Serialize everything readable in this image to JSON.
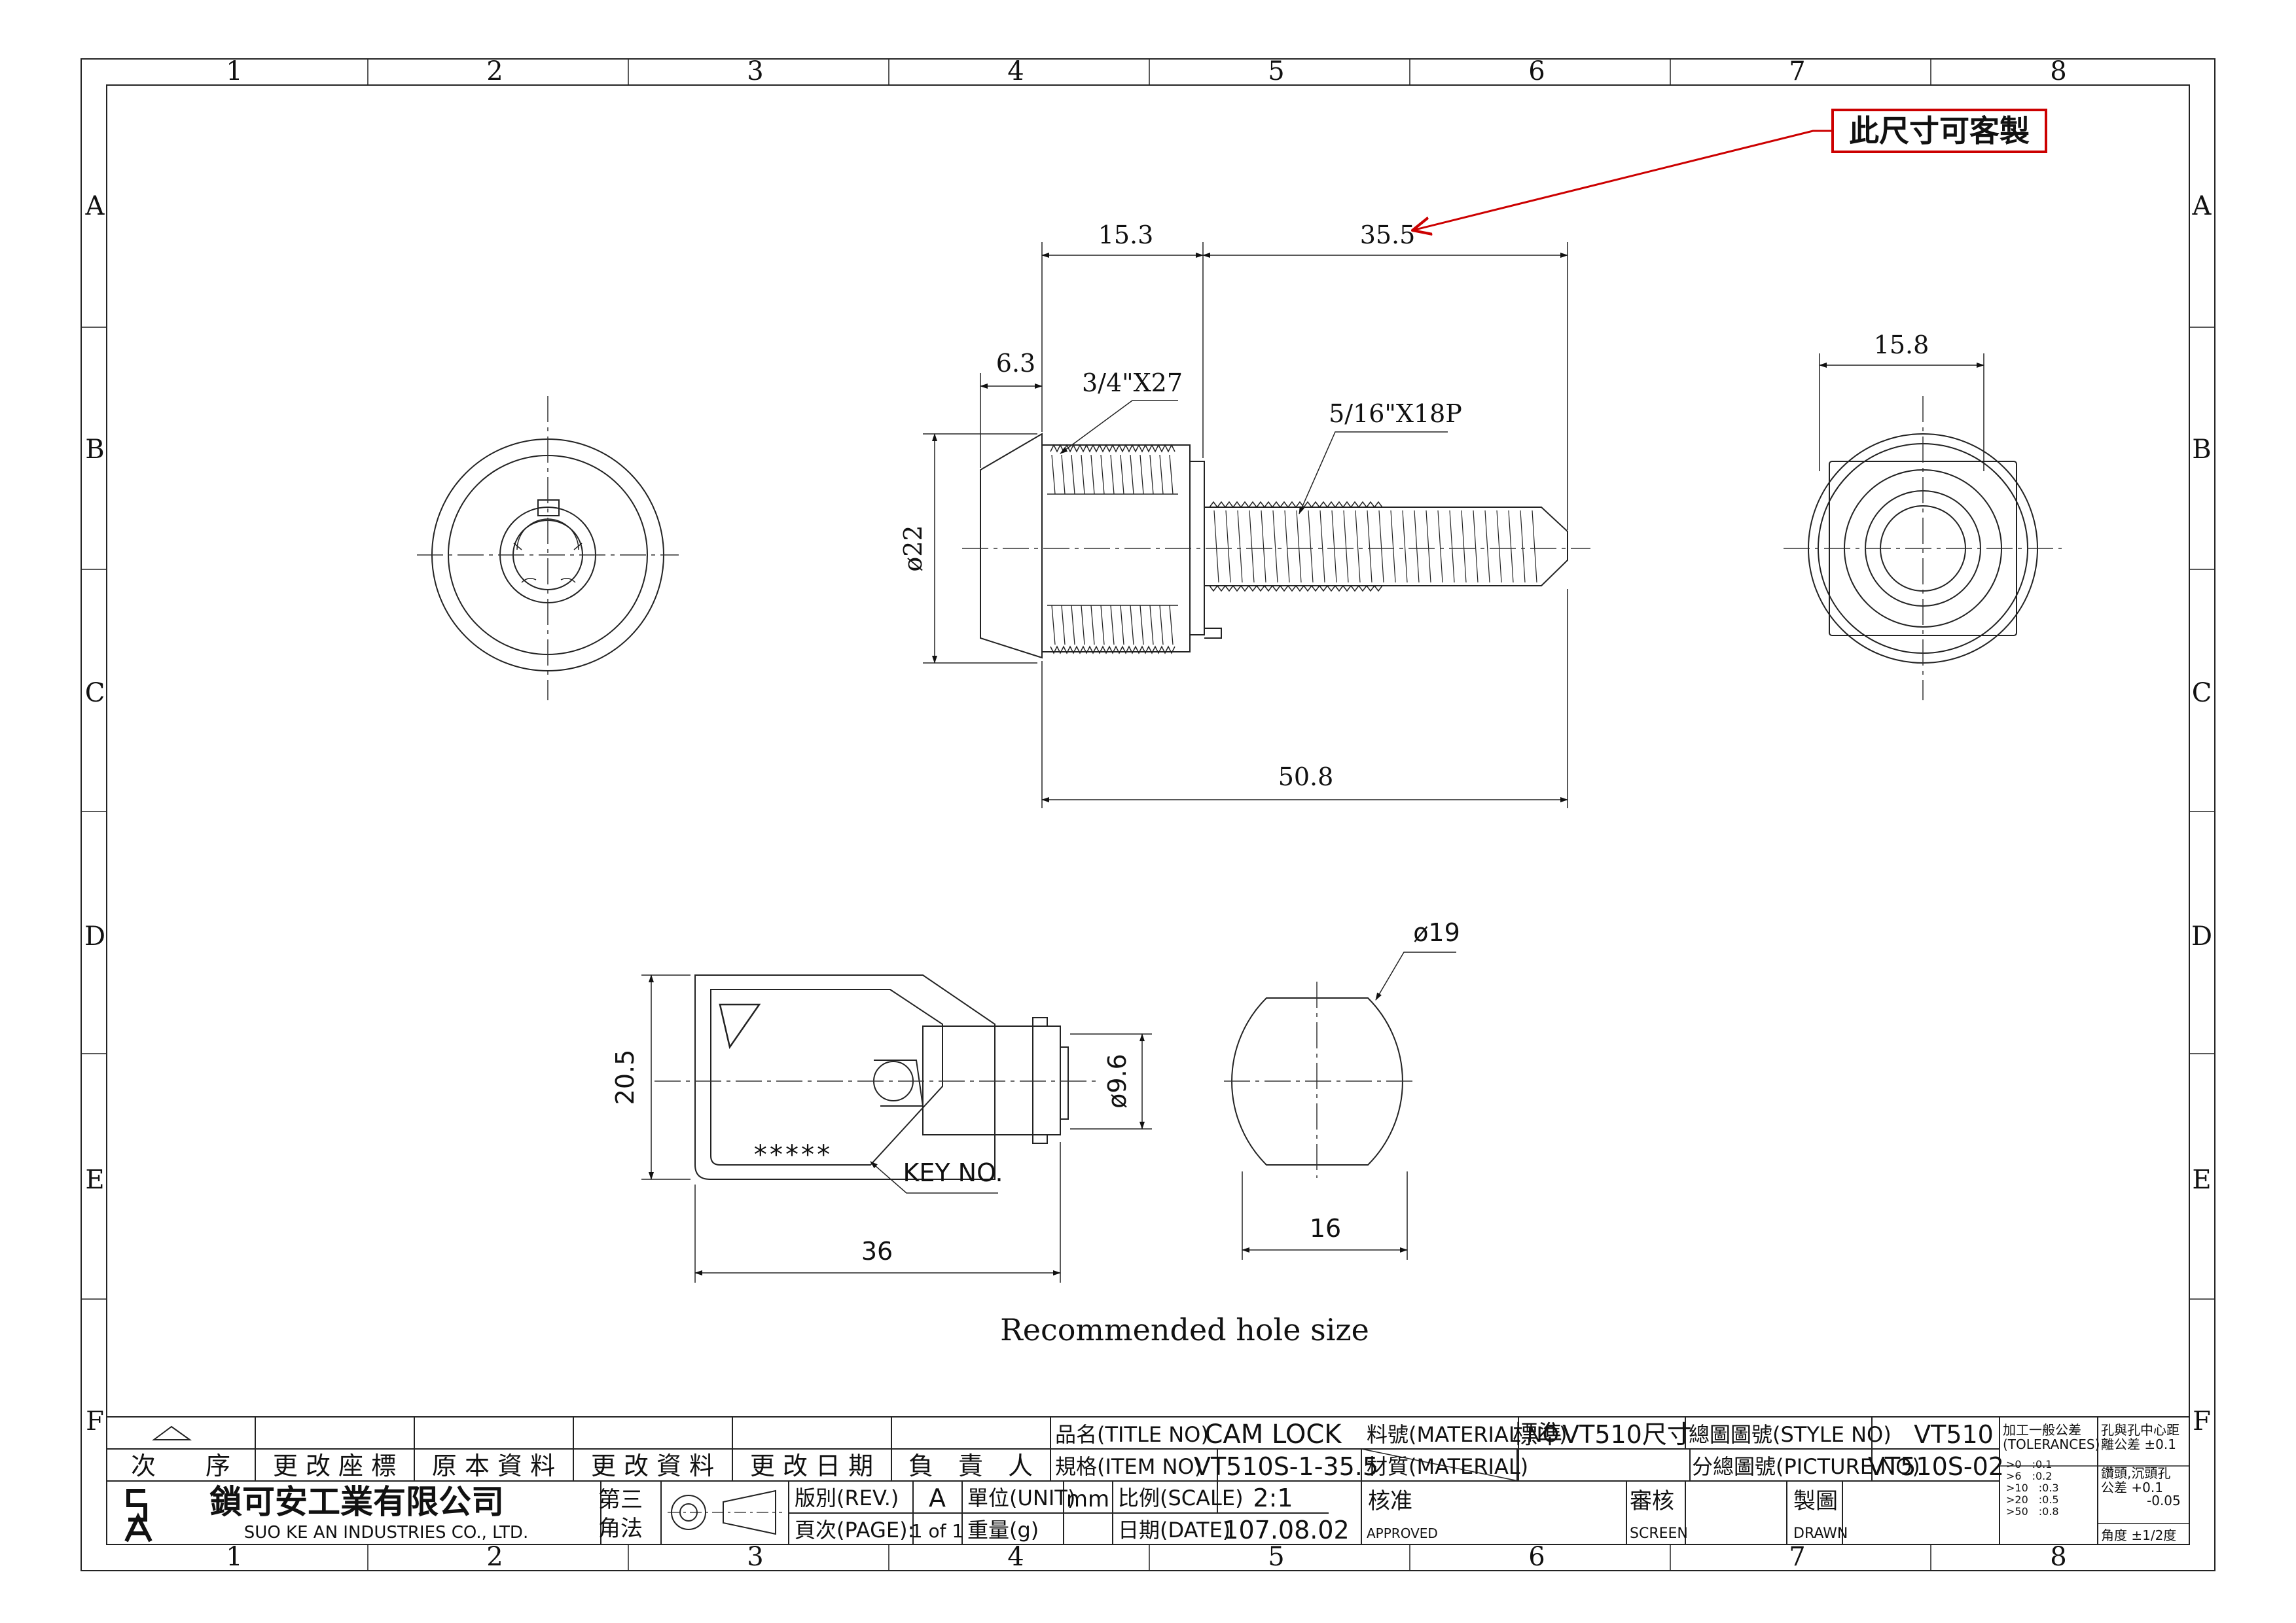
{
  "frame": {
    "columns": [
      "1",
      "2",
      "3",
      "4",
      "5",
      "6",
      "7",
      "8"
    ],
    "rows": [
      "A",
      "B",
      "C",
      "D",
      "E",
      "F"
    ]
  },
  "note": {
    "text": "此尺寸可客製",
    "color": "#cc0000"
  },
  "dimensions": {
    "d15_3": "15.3",
    "d35_5": "35.5",
    "d6_3": "6.3",
    "thread_big": "3/4\"X27",
    "thread_small": "5/16\"X18P",
    "dia22": "ø22",
    "d50_8": "50.8",
    "d15_8": "15.8",
    "dia19": "ø19",
    "d20_5": "20.5",
    "dia9_6": "ø9.6",
    "d36": "36",
    "d16": "16"
  },
  "key": {
    "code": "*****",
    "label": "KEY NO."
  },
  "caption": "Recommended hole size",
  "title_block": {
    "rev_headers": [
      "次　　序",
      "更 改 座 標",
      "原 本 資 料",
      "更 改 資 料",
      "更 改 日 期",
      "負　責　人"
    ],
    "company_cn": "鎖可安工業有限公司",
    "company_en": "SUO KE AN  INDUSTRIES CO., LTD.",
    "projection_label_1": "第三",
    "projection_label_2": "角法",
    "title_label": "品名(TITLE NO)",
    "title_value": "CAM LOCK",
    "item_label": "規格(ITEM NO)",
    "item_value": "VT510S-1-35.5",
    "material_no_label": "料號(MATERIAL NO)",
    "material_no_value": "標準VT510尺寸",
    "material_label": "材質(MATERIAL)",
    "style_label": "總圖圖號(STYLE NO)",
    "style_value": "VT510",
    "picture_label": "分總圖號(PICTURE NO)",
    "picture_value": "VT510S-02",
    "rev_label": "版別(REV.)",
    "rev_value": "A",
    "unit_label": "單位(UNIT)",
    "unit_value": "mm",
    "scale_label": "比例(SCALE)",
    "scale_value": "2:1",
    "page_label": "頁次(PAGE):",
    "page_value": "1 of 1",
    "weight_label": "重量(g)",
    "date_label": "日期(DATE)",
    "date_value": "107.08.02",
    "approved_cn": "核准",
    "approved_en": "APPROVED",
    "screen_cn": "審核",
    "screen_en": "SCREEN",
    "drawn_cn": "製圖",
    "drawn_en": "DRAWN",
    "tol_title": "加工一般公差",
    "tol_title_en": "(TOLERANCES)",
    "tol_rows": [
      ">0　:0.1",
      ">6　:0.2",
      ">10　:0.3",
      ">20　:0.5",
      ">50　:0.8"
    ],
    "hole_center_1": "孔與孔中心距",
    "hole_center_2": "離公差 ±0.1",
    "drill_1": "鑽頭,沉頭孔",
    "drill_2": "公差  +0.1",
    "drill_3": "-0.05",
    "angle": "角度  ±1/2度"
  }
}
